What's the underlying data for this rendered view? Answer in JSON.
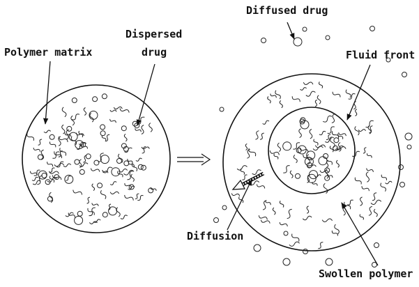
{
  "figure": {
    "labels": {
      "polymer_matrix": "Polymer matrix",
      "dispersed_drug_line1": "Dispersed",
      "dispersed_drug_line2": "drug",
      "diffused_drug": "Diffused drug",
      "fluid_front": "Fluid front",
      "diffusion": "Diffusion",
      "swollen_polymer": "Swollen polymer"
    },
    "ink_color": "#111111"
  }
}
